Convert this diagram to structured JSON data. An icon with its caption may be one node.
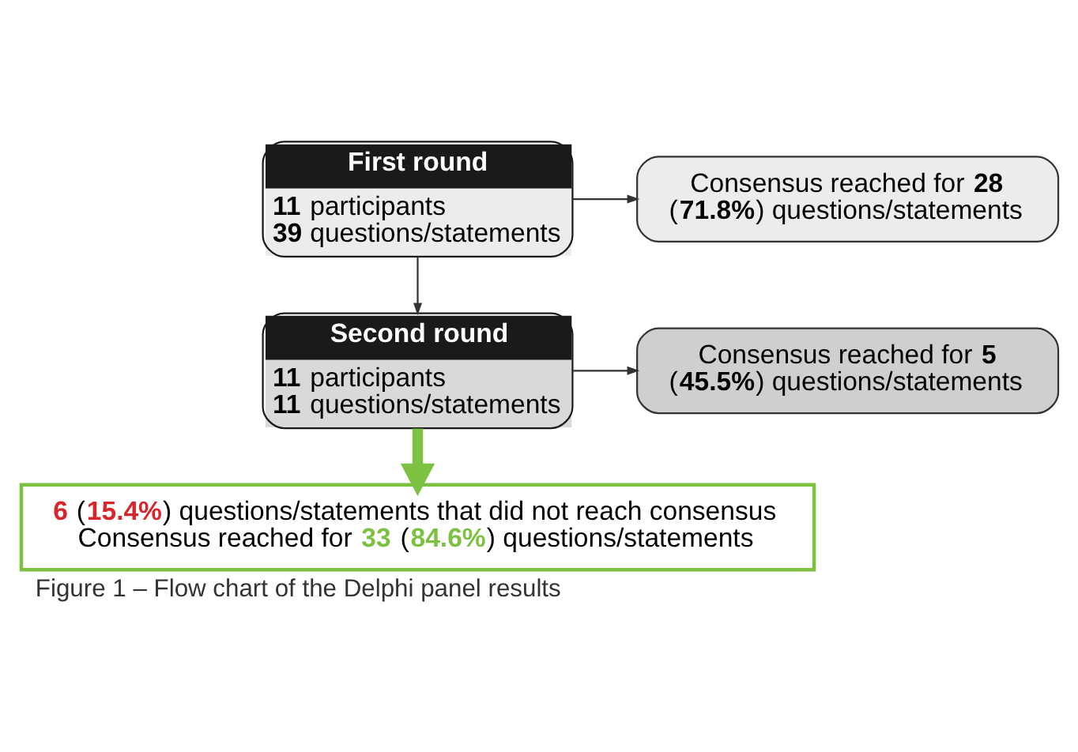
{
  "diagram": {
    "caption": "Figure 1 – Flow chart of the Delphi panel results",
    "nodes": [
      {
        "text": [
          "First round",
          "**11** participants **39** questions/statements"
        ]
      },
      {
        "text": [
          "Consensus reached for **28** (**71.8%**) questions/statements"
        ]
      },
      {
        "text": [
          "Second round",
          "**11** participants **11** questions/statements"
        ]
      },
      {
        "text": [
          "Consensus reached for **5** (**45.5%**) questions/statements"
        ]
      },
      {
        "text": [
          "**6** (**15.4%**) questions/statements that did not reach consensus",
          "Consensus reached for **33** (**84.6%**) questions/statements"
        ]
      }
    ],
    "edges": [
      {
        "from": 0,
        "to": 1,
        "arrow": "to"
      },
      {
        "from": 0,
        "to": 2,
        "arrow": "to"
      },
      {
        "from": 2,
        "to": 3,
        "arrow": "to"
      },
      {
        "from": 2,
        "to": 4,
        "arrow": "to",
        "style": "thick",
        "color": "#7dc142"
      }
    ]
  }
}
